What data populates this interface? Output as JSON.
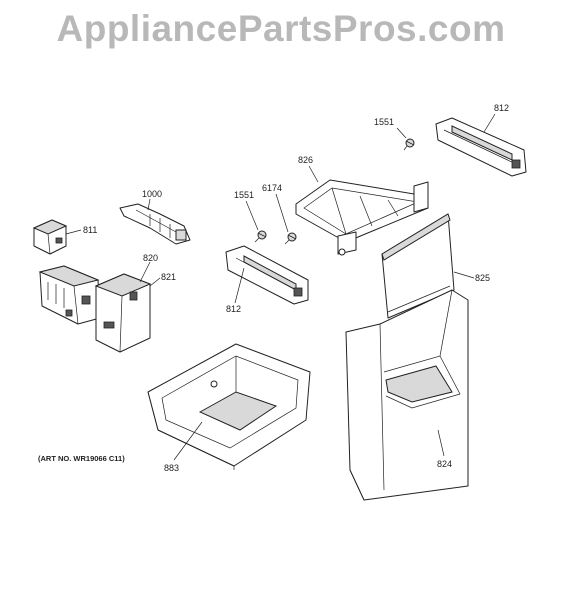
{
  "watermark": "AppliancePartsPros.com",
  "art_number": "(ART NO. WR19066 C11)",
  "callouts": {
    "p1551_top": "1551",
    "p812_top": "812",
    "p826": "826",
    "p6174": "6174",
    "p1551_mid": "1551",
    "p1000": "1000",
    "p811": "811",
    "p820": "820",
    "p821": "821",
    "p812_mid": "812",
    "p825": "825",
    "p883": "883",
    "p824": "824"
  },
  "colors": {
    "watermark": "#b8b8b8",
    "line": "#222222",
    "shade": "#d9d9d9"
  }
}
